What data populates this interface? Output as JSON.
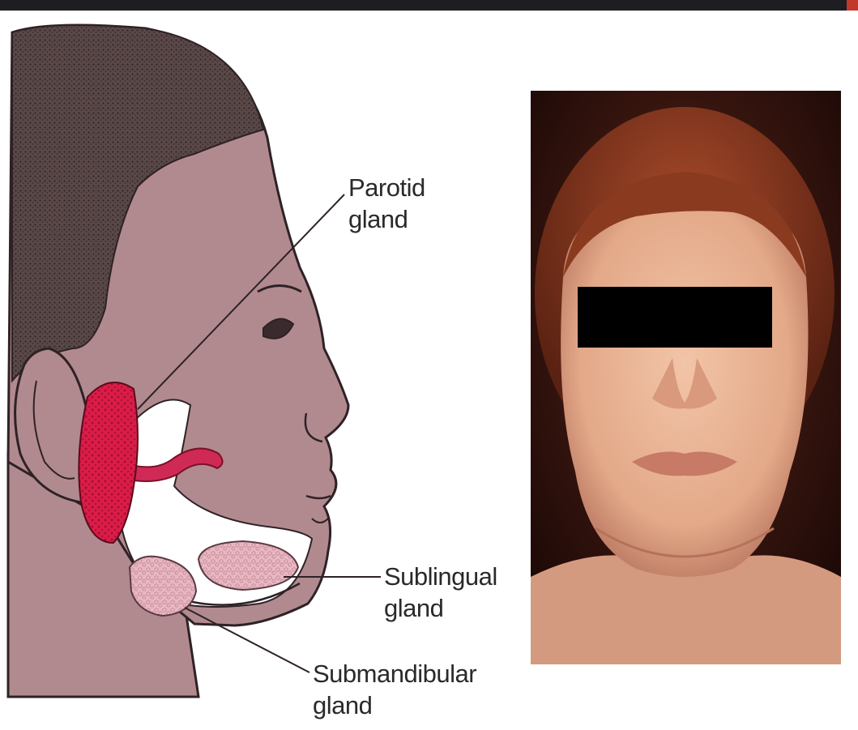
{
  "labels": {
    "parotid": {
      "line1": "Parotid",
      "line2": "gland"
    },
    "sublingual": {
      "line1": "Sublingual",
      "line2": "gland"
    },
    "submandibular": {
      "line1": "Submandibular",
      "line2": "gland"
    }
  },
  "colors": {
    "skin": "#b18a8f",
    "hair": "#4a3a3a",
    "parotid_gland": "#d81b47",
    "salivary_glands": "#e6b4bd",
    "photo_skin": "#e8b49a",
    "photo_hair": "#8a3a22",
    "censor_bar": "#000000"
  },
  "icons": {
    "head_illustration": "head-profile-illustration",
    "patient_photo": "swollen-face-photo"
  }
}
